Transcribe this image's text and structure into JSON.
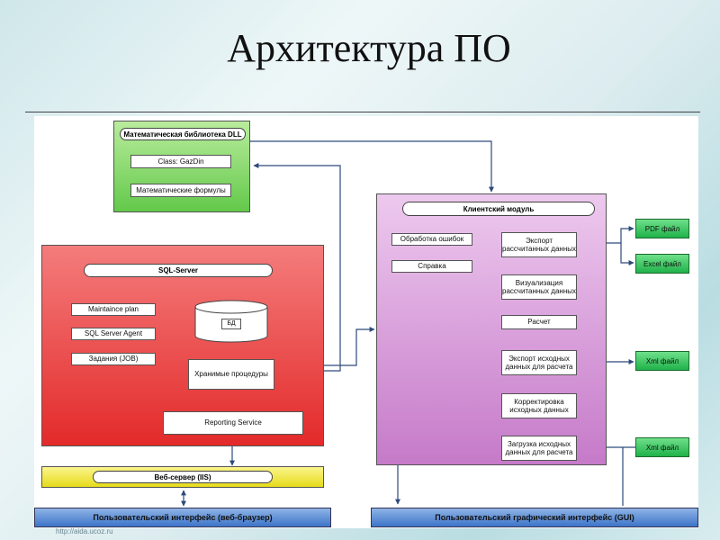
{
  "slide": {
    "title": "Архитектура ПО",
    "watermark": "http://aida.ucoz.ru"
  },
  "math_library": {
    "title": "Математическая библиотека DLL",
    "items": [
      "Class: GazDin",
      "Математические формулы"
    ]
  },
  "sql_server": {
    "title": "SQL-Server",
    "maintenance": "Maintaince plan",
    "agent": "SQL Server Agent",
    "jobs": "Задания (JOB)",
    "db": "БД",
    "procedures": "Хранимые процедуры",
    "reporting": "Reporting Service"
  },
  "web_server": {
    "title": "Веб-сервер (IIS)"
  },
  "client_module": {
    "title": "Клиентский модуль",
    "errors": "Обработка ошибок",
    "help": "Справка",
    "export_calc": "Экспорт рассчитанных данных",
    "visualization": "Визуализация рассчитанных данных",
    "calc": "Расчет",
    "export_input": "Экспорт исходных данных для расчета",
    "correction": "Корректировка исходных данных",
    "load_input": "Загрузка исходных данных для расчета"
  },
  "files": {
    "pdf": "PDF файл",
    "excel": "Excel файл",
    "xml_export": "Xml файл",
    "xml_import": "Xml файл"
  },
  "interfaces": {
    "web": "Пользовательский интерфейс (веб-браузер)",
    "gui": "Пользовательский графический интерфейс (GUI)"
  },
  "colors": {
    "math_panel": "#63c94a",
    "sql_panel": "#e32a2a",
    "client_panel": "#c67ac9",
    "web_server_panel": "#e6db1a",
    "interface_bar": "#3d74c9",
    "file_box": "#20b24a"
  }
}
